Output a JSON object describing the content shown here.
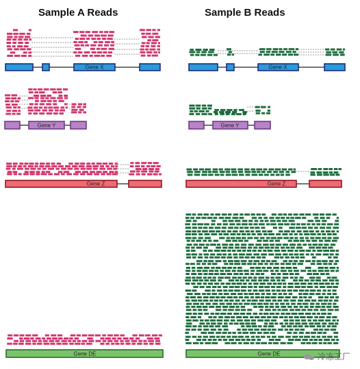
{
  "titles": {
    "sample_a": "Sample A Reads",
    "sample_b": "Sample B Reads"
  },
  "watermark": {
    "text": "冷冻工厂"
  },
  "colors": {
    "read_a": "#d2336b",
    "read_b": "#1b6b3c",
    "junction": "#aaaaaa",
    "gene_x_fill": "#2a9ad9",
    "gene_x_stroke": "#1f2b7a",
    "gene_y_fill": "#b982c6",
    "gene_y_stroke": "#6a3a8a",
    "gene_z_fill": "#f06a72",
    "gene_z_stroke": "#8a1a28",
    "gene_de_fill": "#7bc36b",
    "gene_de_stroke": "#2a6a2a",
    "intron_line": "#222222"
  },
  "genes": {
    "x": {
      "label": "Gene X"
    },
    "y": {
      "label": "Gene Y"
    },
    "z": {
      "label": "Gene Z"
    },
    "de": {
      "label": "Gene DE"
    }
  }
}
